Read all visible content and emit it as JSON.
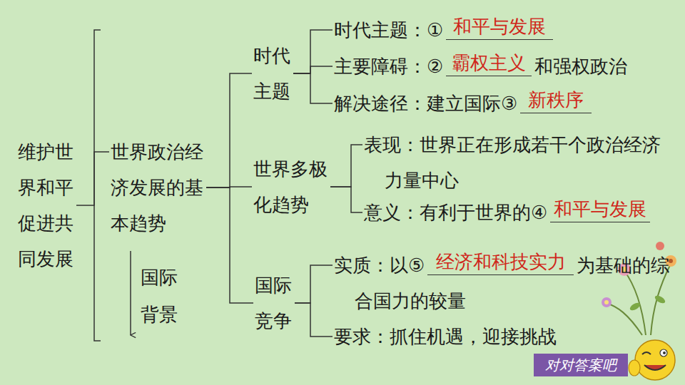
{
  "diagram": {
    "nodes": [
      {
        "text": [
          "维护世界和平促进共同发展"
        ]
      },
      {
        "text": [
          "世界政治经济发展的基本趋势"
        ]
      },
      {
        "text": [
          "时代主题"
        ]
      },
      {
        "text": [
          "时代主题：①",
          "和平与发展"
        ]
      },
      {
        "text": [
          "主要障碍：②",
          "霸权主义",
          "和强权政治"
        ]
      },
      {
        "text": [
          "解决途径：建立国际③",
          "新秩序"
        ]
      },
      {
        "text": [
          "世界多极化趋势"
        ]
      },
      {
        "text": [
          "表现：世界正在形成若干个政治经济力量中心"
        ]
      },
      {
        "text": [
          "意义：有利于世界的④",
          "和平与发展"
        ]
      },
      {
        "text": [
          "国际竞争"
        ]
      },
      {
        "text": [
          "实质：以⑤",
          "经济和科技实力",
          "为基础的综合国力的较量"
        ]
      },
      {
        "text": [
          "要求：抓住机遇，迎接挑战"
        ]
      },
      {
        "text": [
          "对对答案吧"
        ]
      }
    ],
    "edges": [
      {
        "from": 0,
        "to": 1,
        "arrow": "none"
      },
      {
        "from": 1,
        "to": 2,
        "arrow": "none"
      },
      {
        "from": 1,
        "to": 6,
        "arrow": "none"
      },
      {
        "from": 1,
        "to": 9,
        "arrow": "none"
      },
      {
        "from": 2,
        "to": 3,
        "arrow": "none"
      },
      {
        "from": 2,
        "to": 4,
        "arrow": "none"
      },
      {
        "from": 2,
        "to": 5,
        "arrow": "none"
      },
      {
        "from": 6,
        "to": 7,
        "arrow": "none"
      },
      {
        "from": 6,
        "to": 8,
        "arrow": "none"
      },
      {
        "from": 9,
        "to": 10,
        "arrow": "none"
      },
      {
        "from": 9,
        "to": 11,
        "arrow": "none"
      }
    ],
    "labels": [
      "国际背景"
    ]
  }
}
